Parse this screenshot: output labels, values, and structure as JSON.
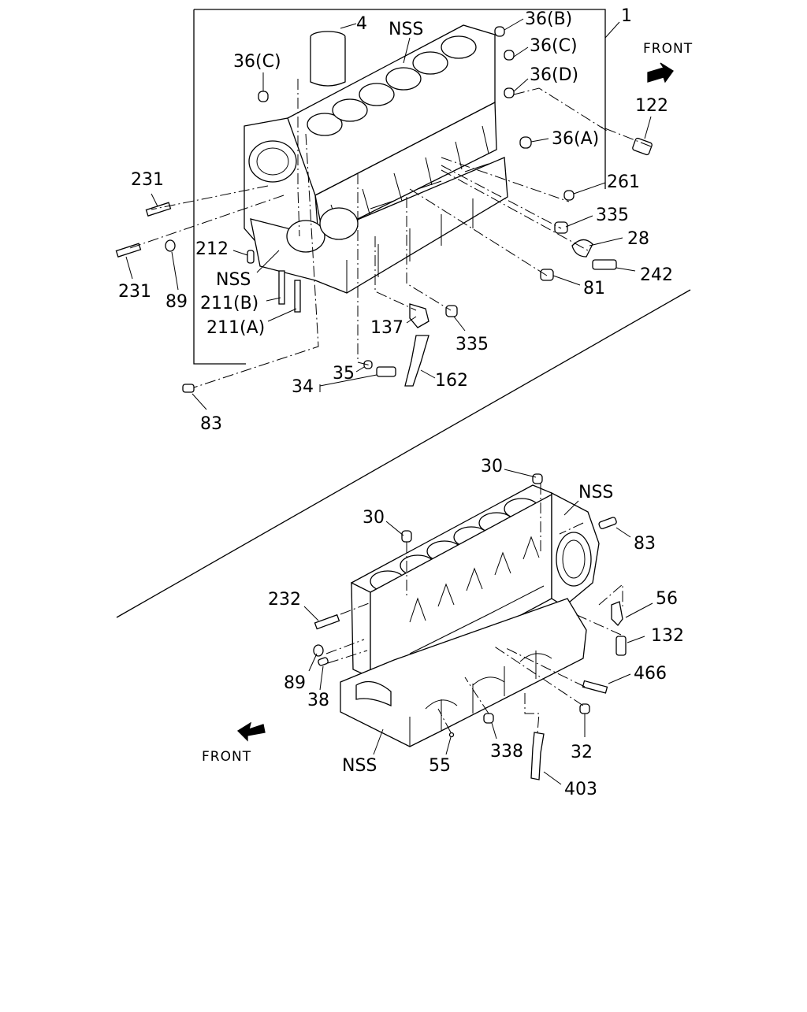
{
  "upper_assembly": {
    "labels": {
      "p1": "1",
      "p4": "4",
      "nss_top": "NSS",
      "p36b": "36(B)",
      "p36c_right": "36(C)",
      "p36d": "36(D)",
      "p36c_left": "36(C)",
      "p36a": "36(A)",
      "p122": "122",
      "p231_upper": "231",
      "p231_lower": "231",
      "p261": "261",
      "p335_upper": "335",
      "p28": "28",
      "p212": "212",
      "nss_left": "NSS",
      "p242": "242",
      "p89": "89",
      "p211b": "211(B)",
      "p211a": "211(A)",
      "p81": "81",
      "p137": "137",
      "p335_lower": "335",
      "p35": "35",
      "p34": "34",
      "p162": "162",
      "p83": "83"
    },
    "front_label": "FRONT"
  },
  "lower_assembly": {
    "labels": {
      "p30_top": "30",
      "nss_right": "NSS",
      "p30_left": "30",
      "p83": "83",
      "p232": "232",
      "p56": "56",
      "p132": "132",
      "p89": "89",
      "p38": "38",
      "p466": "466",
      "p32": "32",
      "p338": "338",
      "nss_bottom": "NSS",
      "p55": "55",
      "p403": "403"
    },
    "front_label": "FRONT"
  }
}
